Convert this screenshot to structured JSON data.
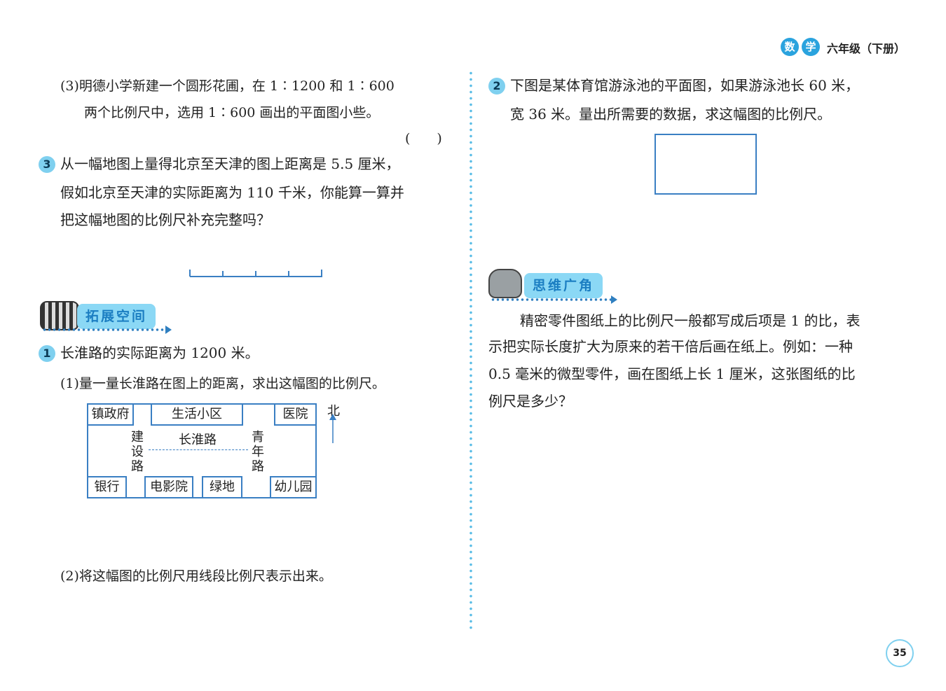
{
  "header": {
    "badge_1": "数",
    "badge_2": "学",
    "grade": "六年级（下册）"
  },
  "left": {
    "q3_part3_line1": "(3)明德小学新建一个圆形花圃，在 1∶1200 和 1∶600",
    "q3_part3_line2": "两个比例尺中，选用 1∶600 画出的平面图小些。",
    "q3_part3_paren": "(　　)",
    "q3_num": "3",
    "q3_line1": "从一幅地图上量得北京至天津的图上距离是 5.5 厘米，",
    "q3_line2": "假如北京至天津的实际距离为 110 千米，你能算一算并",
    "q3_line3": "把这幅地图的比例尺补充完整吗？",
    "section_title": "拓展空间",
    "q1_num": "1",
    "q1_text": "长淮路的实际距离为 1200 米。",
    "q1_part1": "(1)量一量长淮路在图上的距离，求出这幅图的比例尺。",
    "map": {
      "north": "北",
      "top": [
        "镇政府",
        "生活小区",
        "医院"
      ],
      "bottom": [
        "银行",
        "电影院",
        "绿地",
        "幼儿园"
      ],
      "road_main": "长淮路",
      "road_left": [
        "建",
        "设",
        "路"
      ],
      "road_right": [
        "青",
        "年",
        "路"
      ]
    },
    "q1_part2": "(2)将这幅图的比例尺用线段比例尺表示出来。"
  },
  "right": {
    "q2_num": "2",
    "q2_line1": "下图是某体育馆游泳池的平面图，如果游泳池长 60 米，",
    "q2_line2": "宽 36 米。量出所需要的数据，求这幅图的比例尺。",
    "section_title": "思维广角",
    "think_line1": "精密零件图纸上的比例尺一般都写成后项是 1 的比，表",
    "think_line2": "示把实际长度扩大为原来的若干倍后画在纸上。例如：一种",
    "think_line3": "0.5 毫米的微型零件，画在图纸上长 1 厘米，这张图纸的比",
    "think_line4": "例尺是多少？"
  },
  "page_number": "35",
  "colors": {
    "accent": "#2aa3de",
    "banner": "#8bd8f5",
    "line": "#3a7fc3"
  }
}
